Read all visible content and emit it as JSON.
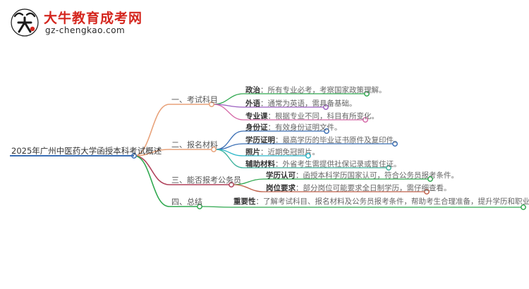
{
  "logo": {
    "title": "大牛教育成考网",
    "url": "gz-chengkao.com"
  },
  "root": "2025年广州中医药大学函授本科考试概述",
  "branches": [
    {
      "label": "一、考试科目",
      "color": "#e8a27a",
      "items": [
        {
          "key": "政治",
          "text": "：所有专业必考，考察国家政策理解。",
          "color": "#2fa84f"
        },
        {
          "key": "外语",
          "text": "：通常为英语，需具备基础。",
          "color": "#9b5fc0"
        },
        {
          "key": "专业课",
          "text": "：根据专业不同，科目有所变化。",
          "color": "#d56aa8"
        }
      ]
    },
    {
      "label": "二、报名材料",
      "color": "#e8a27a",
      "items": [
        {
          "key": "身份证",
          "text": "：有效身份证明文件。",
          "color": "#3b6fb5"
        },
        {
          "key": "学历证明",
          "text": "：最高学历的毕业证书原件及复印件。",
          "color": "#3b6fb5"
        },
        {
          "key": "照片",
          "text": "：近期免冠照片。",
          "color": "#2bb7c9"
        },
        {
          "key": "辅助材料",
          "text": "：外省考生需提供社保记录或暂住证。",
          "color": "#3ab19b"
        }
      ]
    },
    {
      "label": "三、能否报考公务员",
      "color": "#b0415a",
      "items": [
        {
          "key": "学历认可",
          "text": "：函授本科学历国家认可，符合公务员报考条件。",
          "color": "#2fa84f"
        },
        {
          "key": "岗位要求",
          "text": "：部分岗位可能要求全日制学历，需仔细查看。",
          "color": "#c0604a"
        }
      ]
    },
    {
      "label": "四、总结",
      "color": "#2fa84f",
      "items": [
        {
          "key": "重要性",
          "text": "：了解考试科目、报名材料及公务员报考条件，帮助考生合理准备，提升学历和职业竞争力。",
          "color": "#2fa84f"
        }
      ]
    }
  ]
}
